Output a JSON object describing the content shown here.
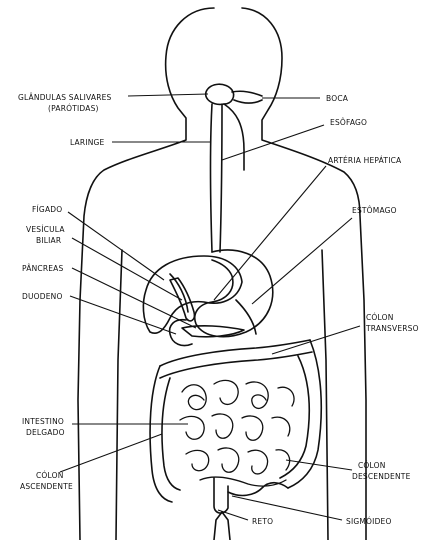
{
  "labels": {
    "glandulas_1": "GLÂNDULAS SALIVARES",
    "glandulas_2": "(PARÓTIDAS)",
    "boca": "BOCA",
    "laringe": "LARINGE",
    "esofago": "ESÔFAGO",
    "arteria_hepatica": "ARTÉRIA HEPÁTICA",
    "figado": "FÍGADO",
    "vesicula_1": "VESÍCULA",
    "vesicula_2": "BILIAR",
    "estomago": "ESTÔMAGO",
    "pancreas": "PÂNCREAS",
    "duodeno": "DUODENO",
    "colon_transverso_1": "CÓLON",
    "colon_transverso_2": "TRANSVERSO",
    "intestino_1": "INTESTINO",
    "intestino_2": "DELGADO",
    "colon_ascendente_1": "CÓLON",
    "colon_ascendente_2": "ASCENDENTE",
    "colon_descendente_1": "CÓLON",
    "colon_descendente_2": "DESCENDENTE",
    "reto": "RETO",
    "sigmoideo": "SIGMÓIDEO"
  }
}
